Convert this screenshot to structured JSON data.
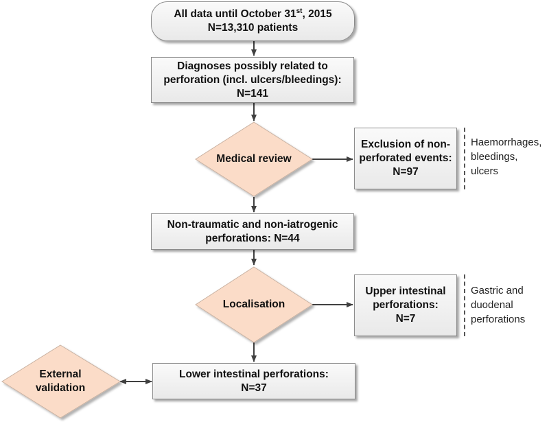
{
  "nodes": {
    "start": {
      "line1_pre": "All data until October 31",
      "line1_sup": "st",
      "line1_post": ", 2015",
      "line2": "N=13,310 patients"
    },
    "diagnoses": {
      "line1": "Diagnoses possibly related to",
      "line2": "perforation (incl. ulcers/bleedings):",
      "line3": "N=141"
    },
    "medical_review": {
      "label": "Medical review"
    },
    "exclusion": {
      "line1": "Exclusion of non-",
      "line2": "perforated events:",
      "line3": "N=97"
    },
    "exclusion_note": {
      "line1": "Haemorrhages,",
      "line2": "bleedings,",
      "line3": "ulcers"
    },
    "non_traumatic": {
      "line1": "Non-traumatic and non-iatrogenic",
      "line2": "perforations: N=44"
    },
    "localisation": {
      "label": "Localisation"
    },
    "upper": {
      "line1": "Upper intestinal",
      "line2": "perforations:",
      "line3": "N=7"
    },
    "upper_note": {
      "line1": "Gastric and",
      "line2": "duodenal",
      "line3": "perforations"
    },
    "lower": {
      "line1": "Lower intestinal perforations:",
      "line2": "N=37"
    },
    "external": {
      "line1": "External",
      "line2": "validation"
    }
  },
  "colors": {
    "diamond_fill": "#fbdcc8",
    "diamond_stroke": "#c9b2a2",
    "arrow": "#404040"
  }
}
